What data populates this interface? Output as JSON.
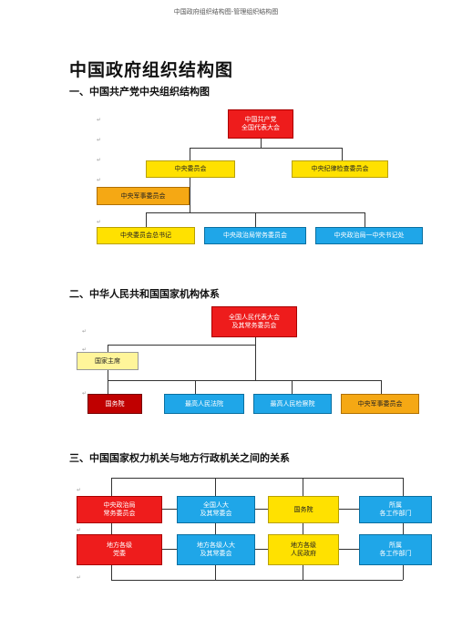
{
  "page": {
    "header": "中国政府组织结构图-管理组织结构图",
    "title": "中国政府组织结构图",
    "para_mark": "↵"
  },
  "sec1": {
    "heading": "一、中国共产党中央组织结构图",
    "congress": "中国共产党\n全国代表大会",
    "central_committee": "中央委员会",
    "discipline": "中央纪律检查委员会",
    "military": "中央军事委员会",
    "gen_secretary": "中央委员会总书记",
    "politburo_standing": "中央政治局常务委员会",
    "politburo_secretariat": "中央政治局一中央书记处"
  },
  "sec2": {
    "heading": "二、中华人民共和国国家机构体系",
    "npc": "全国人民代表大会\n及其常务委员会",
    "president": "国家主席",
    "state_council": "国务院",
    "court": "最高人民法院",
    "procuratorate": "最高人民检察院",
    "military": "中央军事委员会"
  },
  "sec3": {
    "heading": "三、中国国家权力机关与地方行政机关之间的关系",
    "politburo": "中央政治局\n常务委员会",
    "npc": "全国人大\n及其常委会",
    "state_council": "国务院",
    "depts": "所属\n各工作部门",
    "local_party": "地方各级\n党委",
    "local_congress": "地方各级人大\n及其常委会",
    "local_gov": "地方各级\n人民政府",
    "local_depts": "所属\n各工作部门"
  }
}
